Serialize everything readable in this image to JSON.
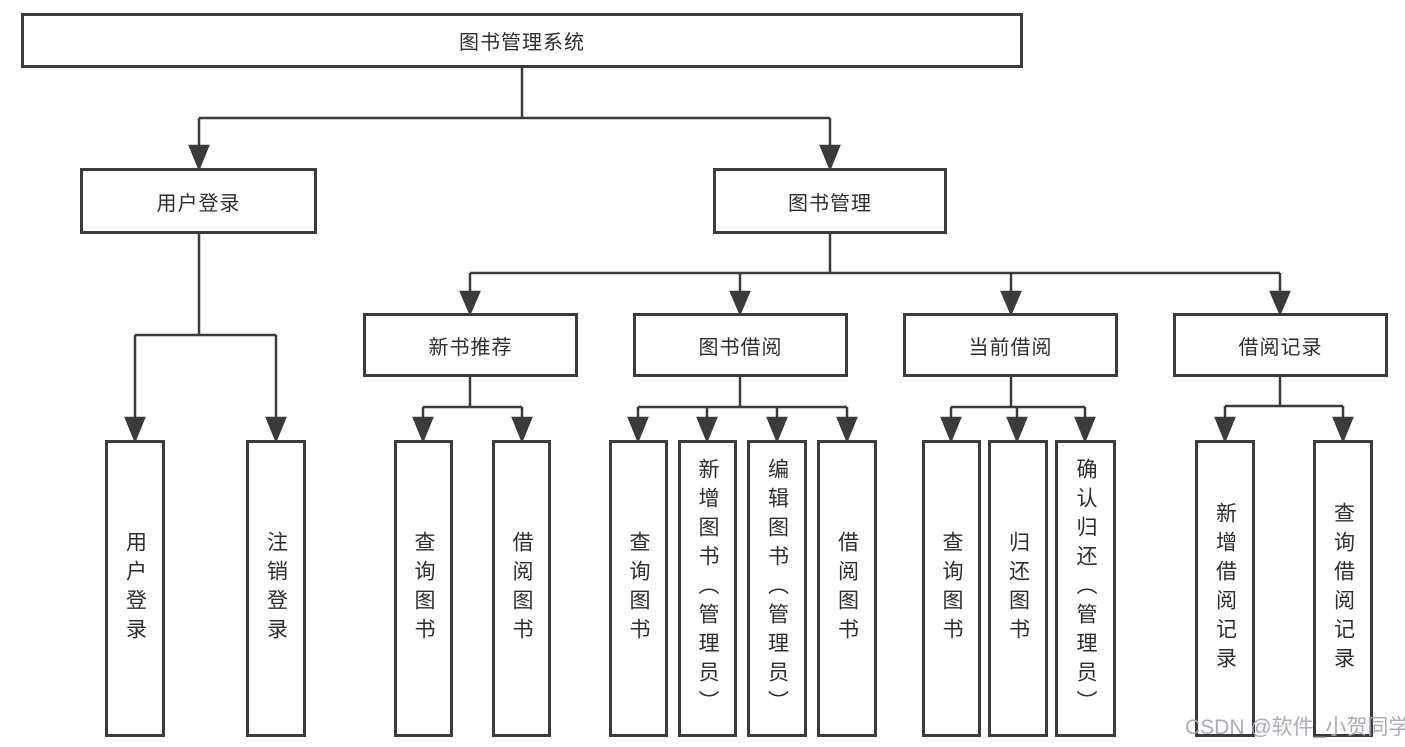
{
  "diagram_type": "function-structure-tree",
  "tree": {
    "label": "图书管理系统",
    "children": [
      {
        "label": "用户登录",
        "children": [
          {
            "label": "用户登录"
          },
          {
            "label": "注销登录"
          }
        ]
      },
      {
        "label": "图书管理",
        "children": [
          {
            "label": "新书推荐",
            "children": [
              {
                "label": "查询图书"
              },
              {
                "label": "借阅图书"
              }
            ]
          },
          {
            "label": "图书借阅",
            "children": [
              {
                "label": "查询图书"
              },
              {
                "label": "新增图书（管理员）"
              },
              {
                "label": "编辑图书（管理员）"
              },
              {
                "label": "借阅图书"
              }
            ]
          },
          {
            "label": "当前借阅",
            "children": [
              {
                "label": "查询图书"
              },
              {
                "label": "归还图书"
              },
              {
                "label": "确认归还（管理员）"
              }
            ]
          },
          {
            "label": "借阅记录",
            "children": [
              {
                "label": "新增借阅记录"
              },
              {
                "label": "查询借阅记录"
              }
            ]
          }
        ]
      }
    ]
  },
  "watermark": "CSDN @软件_小贺同学",
  "colors": {
    "line": "#3b3b3b",
    "text": "#2e2e2e",
    "background": "#ffffff",
    "watermark": "#a7a8b2"
  }
}
